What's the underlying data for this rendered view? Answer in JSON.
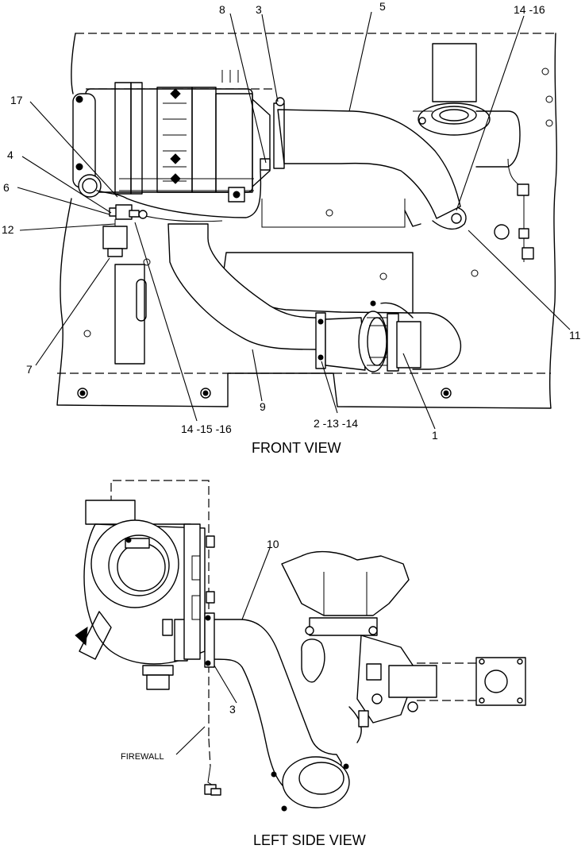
{
  "views": {
    "front_title": "FRONT VIEW",
    "side_title": "LEFT SIDE VIEW"
  },
  "callouts": {
    "c1": "1",
    "c2_13_14": "2 -13 -14",
    "c3_front": "3",
    "c3_side": "3",
    "c4": "4",
    "c5": "5",
    "c6": "6",
    "c7": "7",
    "c8": "8",
    "c9": "9",
    "c10": "10",
    "c11": "11",
    "c12": "12",
    "c14_16": "14 -16",
    "c14_15_16": "14 -15 -16",
    "c17": "17"
  },
  "labels": {
    "firewall": "FIREWALL"
  }
}
